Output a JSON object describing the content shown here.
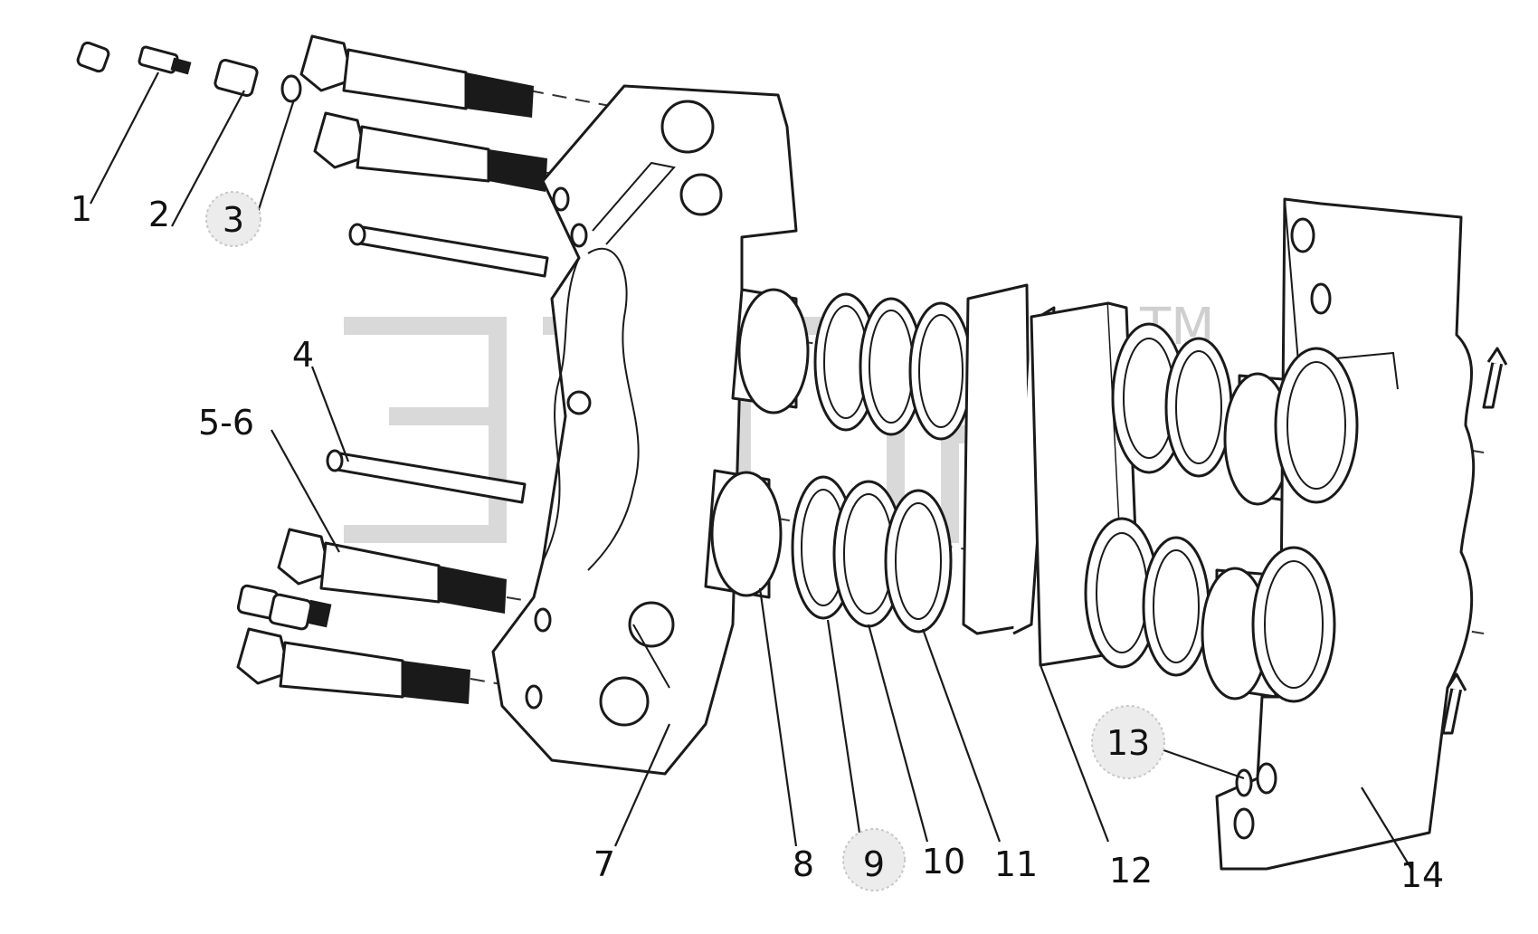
{
  "diagram": {
    "watermark_mark": "TM",
    "callouts": [
      {
        "id": "c1",
        "text": "1",
        "highlighted": false
      },
      {
        "id": "c2",
        "text": "2",
        "highlighted": false
      },
      {
        "id": "c3",
        "text": "3",
        "highlighted": true
      },
      {
        "id": "c4",
        "text": "4",
        "highlighted": false
      },
      {
        "id": "c5",
        "text": "5-6",
        "highlighted": false
      },
      {
        "id": "c7",
        "text": "7",
        "highlighted": false
      },
      {
        "id": "c8",
        "text": "8",
        "highlighted": false
      },
      {
        "id": "c9",
        "text": "9",
        "highlighted": true
      },
      {
        "id": "c10",
        "text": "10",
        "highlighted": false
      },
      {
        "id": "c11",
        "text": "11",
        "highlighted": false
      },
      {
        "id": "c12",
        "text": "12",
        "highlighted": false
      },
      {
        "id": "c13",
        "text": "13",
        "highlighted": true
      },
      {
        "id": "c14",
        "text": "14",
        "highlighted": false
      }
    ],
    "colors": {
      "line": "#1a1a1a",
      "background": "#ffffff",
      "watermark": "#b9b9b9",
      "highlight": "#ececec"
    }
  }
}
